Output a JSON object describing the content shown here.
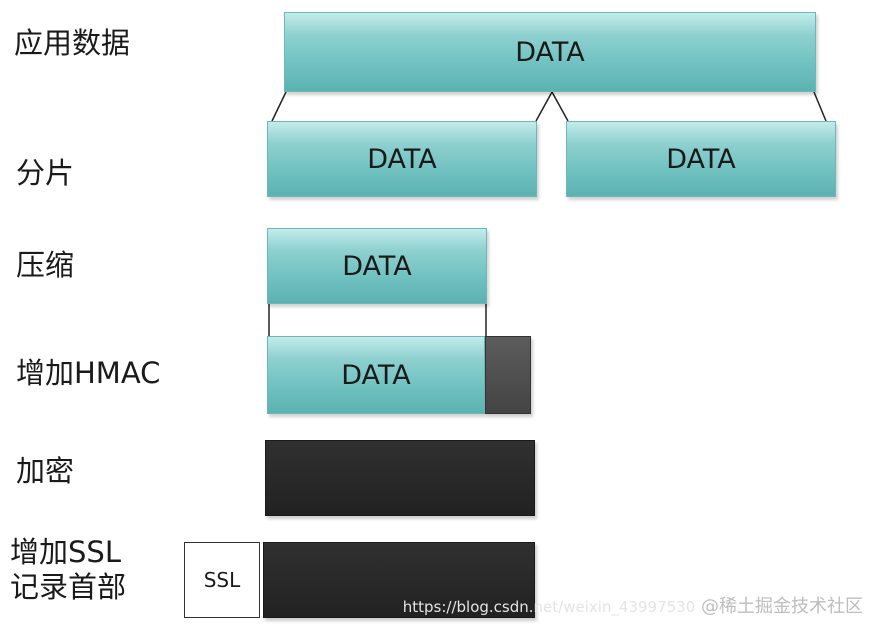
{
  "labels": {
    "app_data": "应用数据",
    "fragment": "分片",
    "compress": "压缩",
    "add_hmac": "增加HMAC",
    "encrypt": "加密",
    "add_ssl_header": "增加SSL\n记录首部"
  },
  "blocks": {
    "data_text": "DATA",
    "ssl_text": "SSL"
  },
  "watermark": {
    "url": "https://blog.csdn.net/weixin_43997530",
    "brand": "@稀土掘金技术社区"
  },
  "colors": {
    "teal": "#72c3c2",
    "dark": "#262626",
    "grey": "#4a4a4a"
  }
}
